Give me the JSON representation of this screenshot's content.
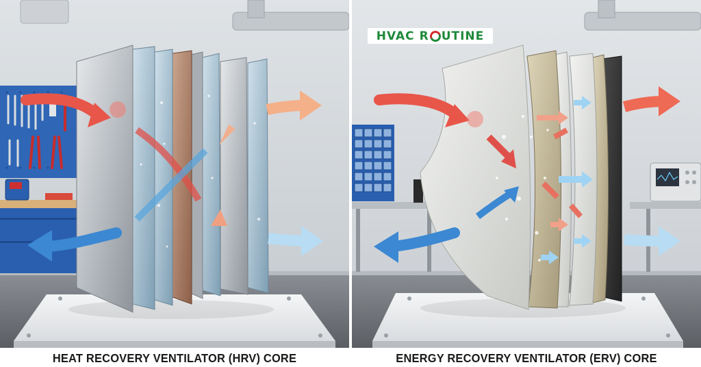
{
  "logo": {
    "word_1": "HVAC",
    "word_2_start": "R",
    "word_2_end": "UTINE",
    "brand_green": "#1f8a3a",
    "brand_red": "#d52a2a"
  },
  "panels": [
    {
      "caption": "HEAT RECOVERY VENTILATOR (HRV) CORE",
      "icons": [
        "pegboard-with-tools",
        "toolbox",
        "workbench",
        "heat-exchanger-plates",
        "airflow-arrows"
      ]
    },
    {
      "caption": "ENERGY RECOVERY VENTILATOR (ERV) CORE",
      "icons": [
        "parts-organizer",
        "oscilloscope",
        "workbench",
        "energy-recovery-membranes",
        "airflow-arrows"
      ]
    }
  ],
  "colors": {
    "warm_air": "#e8564a",
    "warm_air_light": "#f4b089",
    "cool_air": "#3c88d2",
    "cool_air_light": "#b7dcf3"
  }
}
